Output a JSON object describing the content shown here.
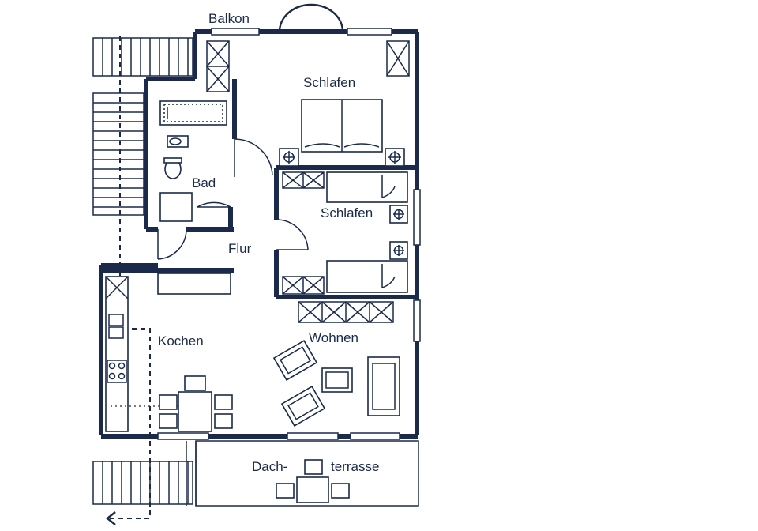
{
  "plan": {
    "colors": {
      "line": "#1b2a4a",
      "background": "#ffffff"
    },
    "rooms": {
      "balkon": "Balkon",
      "schlafen_1": "Schlafen",
      "bad": "Bad",
      "schlafen_2": "Schlafen",
      "flur": "Flur",
      "kochen": "Kochen",
      "wohnen": "Wohnen",
      "dachterrasse_a": "Dach-",
      "dachterrasse_b": "terrasse"
    }
  }
}
